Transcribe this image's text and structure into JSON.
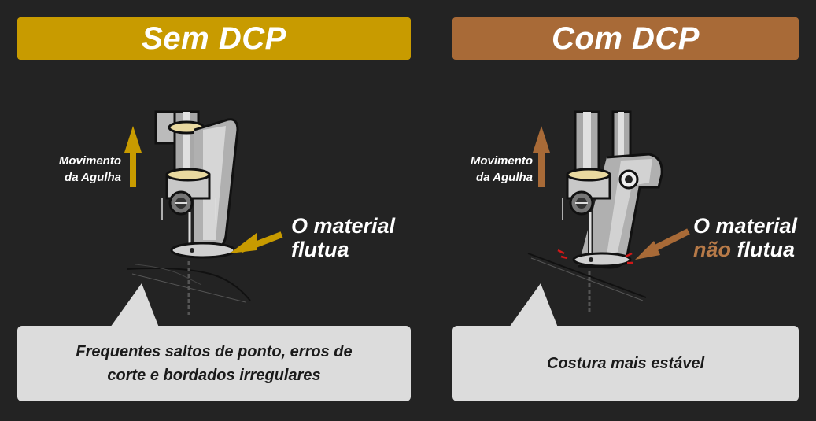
{
  "left": {
    "title": "Sem DCP",
    "motion_label_line1": "Movimento",
    "motion_label_line2": "da Agulha",
    "callout_line1": "O material",
    "callout_line2": "flutua",
    "bubble_line1": "Frequentes saltos de ponto, erros de",
    "bubble_line2": "corte e bordados irregulares",
    "header_color": "#c89b00",
    "arrow_color": "#c89b00",
    "icons": [
      "up-arrow-icon",
      "needle-illustration",
      "pointer-arrow-icon"
    ]
  },
  "right": {
    "title": "Com DCP",
    "motion_label_line1": "Movimento",
    "motion_label_line2": "da Agulha",
    "callout_line1": "O material",
    "callout_highlight": "não",
    "callout_rest": " flutua",
    "bubble_text": "Costura mais estável",
    "header_color": "#a86a37",
    "arrow_color": "#a86a37",
    "icons": [
      "up-arrow-icon",
      "needle-illustration",
      "presser-foot-icon",
      "pointer-arrow-icon"
    ]
  }
}
